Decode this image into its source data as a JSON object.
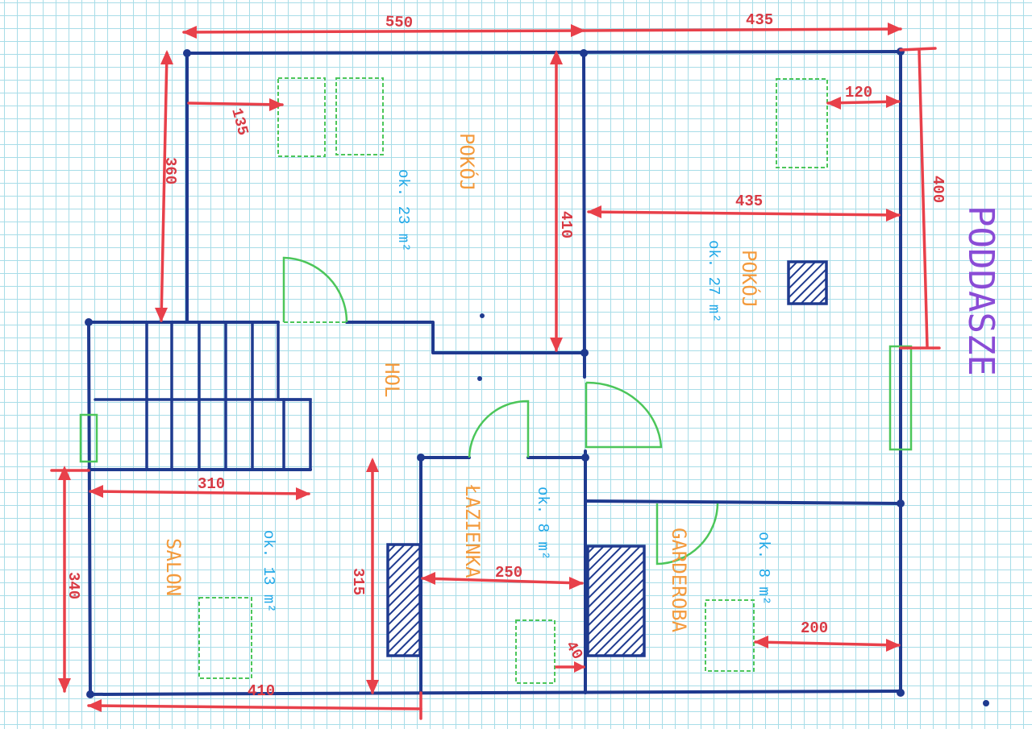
{
  "title": "PODDASZE",
  "rooms": {
    "pokoj1": {
      "name": "POKÓJ",
      "area": "ok. 23 m²"
    },
    "pokoj2": {
      "name": "POKÓJ",
      "area": "ok. 27 m²"
    },
    "hol": {
      "name": "HOL"
    },
    "lazienka": {
      "name": "ŁAZIENKA",
      "area": "ok. 8 m²"
    },
    "garderoba": {
      "name": "GARDEROBA",
      "area": "ok. 8 m²"
    },
    "salon": {
      "name": "SALON",
      "area": "ok. 13 m²"
    }
  },
  "dimensions": {
    "top_left": "550",
    "top_right": "435",
    "left_upper": "360",
    "bed1_offset": "135",
    "pokoj1_height": "410",
    "bed2_offset": "120",
    "pokoj2_width": "435",
    "right_height": "400",
    "stairs_width": "310",
    "salon_height": "340",
    "salon_width": "410",
    "hall_lower_height": "315",
    "lazienka_width": "250",
    "toilet_gap": "40",
    "garderoba_width": "200"
  },
  "colors": {
    "walls": "#1f3a8f",
    "dimensions": "#e8404a",
    "doors_furniture": "#4cc65a",
    "room_names": "#f39a3c",
    "areas": "#20a8e8",
    "title": "#8a4cd6"
  }
}
